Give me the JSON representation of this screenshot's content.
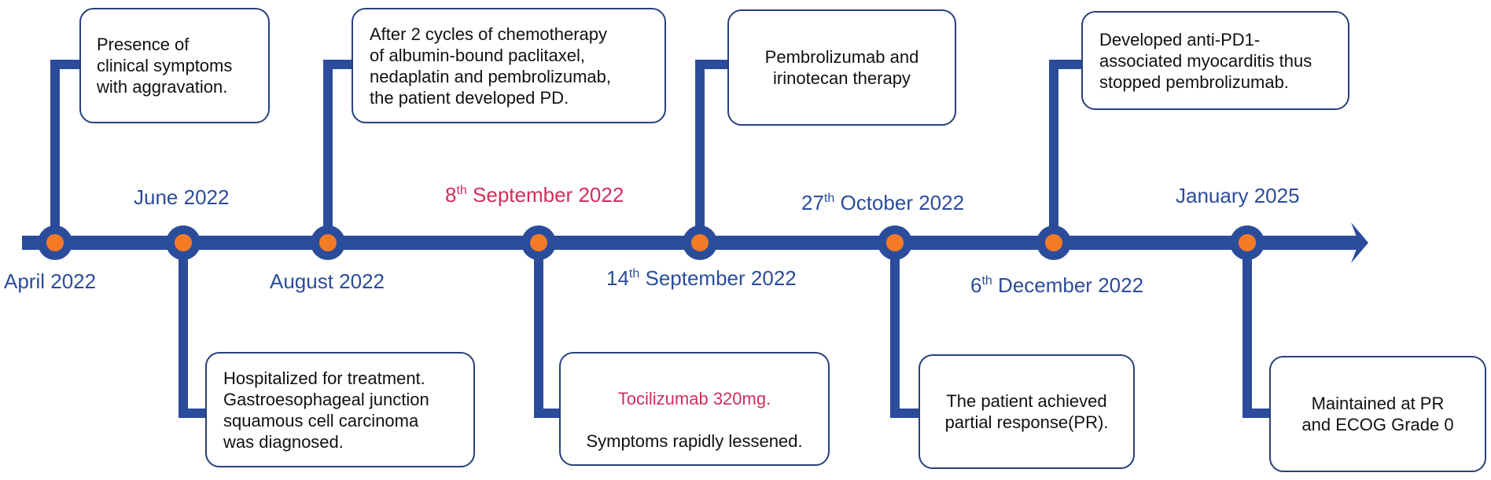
{
  "colors": {
    "axis": "#2b4c9b",
    "dot": "#f47b25",
    "box_border": "#27417a",
    "date_text": "#2b4c9b",
    "highlight": "#d12e5c"
  },
  "dates": [
    {
      "main": "April 2022",
      "sup": "",
      "color": "#2b4c9b"
    },
    {
      "main": "June 2022",
      "sup": "",
      "color": "#2b4c9b"
    },
    {
      "main": "August 2022",
      "sup": "",
      "color": "#2b4c9b"
    },
    {
      "num": "8",
      "sup": "th",
      "main": " September 2022",
      "color": "#d12e5c"
    },
    {
      "num": "14",
      "sup": "th",
      "main": " September 2022",
      "color": "#2b4c9b"
    },
    {
      "num": "27",
      "sup": "th",
      "main": " October 2022",
      "color": "#2b4c9b"
    },
    {
      "num": "6",
      "sup": "th",
      "main": " December 2022",
      "color": "#2b4c9b"
    },
    {
      "main": "January 2025",
      "sup": "",
      "color": "#2b4c9b"
    }
  ],
  "events": [
    {
      "text": "Presence of\nclinical symptoms\nwith aggravation."
    },
    {
      "text": "Hospitalized for treatment.\nGastroesophageal junction\nsquamous cell carcinoma\nwas diagnosed."
    },
    {
      "text": "After 2 cycles of chemotherapy\nof albumin-bound paclitaxel,\nnedaplatin and pembrolizumab,\nthe patient developed PD."
    },
    {
      "highlight": "Tocilizumab 320mg.",
      "text": "Symptoms rapidly lessened."
    },
    {
      "text": "Pembrolizumab and\nirinotecan therapy"
    },
    {
      "text": "The patient achieved\npartial response(PR)."
    },
    {
      "text": "Developed anti-PD1-\nassociated myocarditis thus\nstopped pembrolizumab."
    },
    {
      "text": "Maintained at PR\nand ECOG Grade 0"
    }
  ]
}
